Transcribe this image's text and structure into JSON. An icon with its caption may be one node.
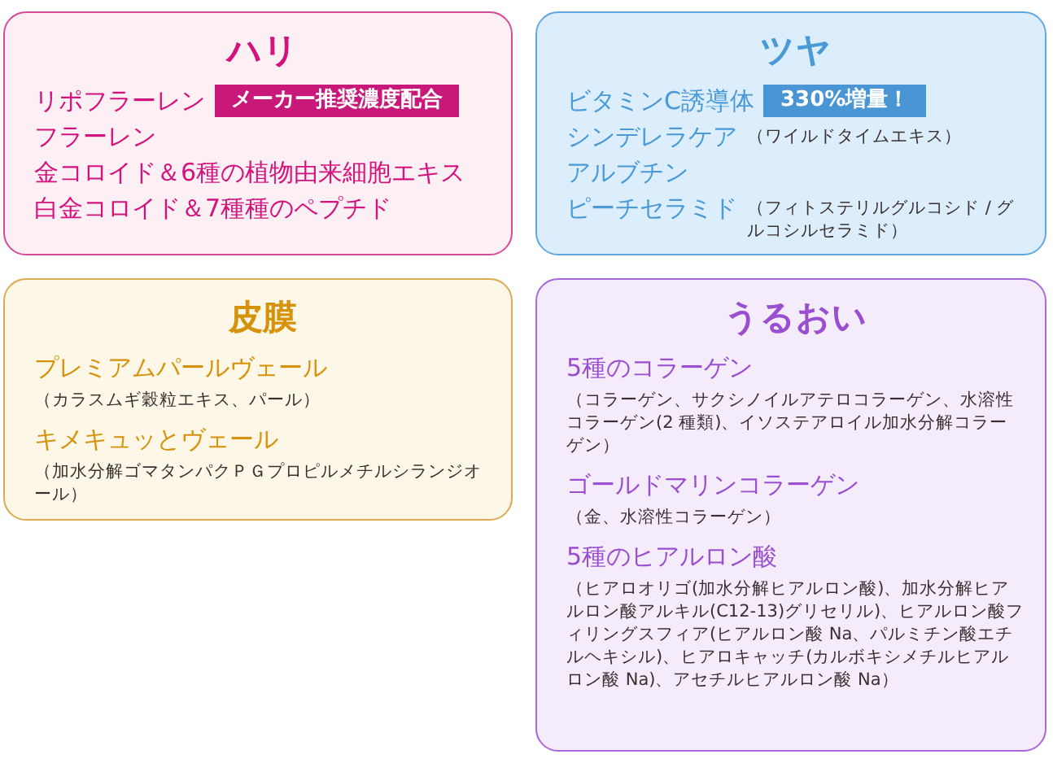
{
  "diagram": {
    "nodes": [
      {
        "text": [
          "ハリ",
          "リポフラーレン",
          "フラーレン",
          "金コロイド＆6種の植物由来細胞エキス",
          "白金コロイド＆7種種のペプチド"
        ]
      },
      {
        "text": [
          "メーカー推奨濃度配合"
        ],
        "in": 0
      },
      {
        "text": [
          "ツヤ",
          "ビタミンC誘導体",
          "シンデレラケア",
          "（ワイルドタイムエキス）",
          "アルブチン",
          "ピーチセラミド",
          "（フィトステリルグルコシド / グルコシルセラミド）"
        ]
      },
      {
        "text": [
          "330%増量！"
        ],
        "in": 2
      },
      {
        "text": [
          "皮膜",
          "プレミアムパールヴェール",
          "（カラスムギ穀粒エキス、パール）",
          "キメキュッとヴェール",
          "（加水分解ゴマタンパクＰＧプロピルメチルシランジオール）"
        ]
      },
      {
        "text": [
          "うるおい",
          "5種のコラーゲン",
          "（コラーゲン、サクシノイルアテロコラーゲン、水溶性コラーゲン(2 種類)、イソステアロイル加水分解コラーゲン）",
          "ゴールドマリンコラーゲン",
          "（金、水溶性コラーゲン）",
          "5種のヒアルロン酸",
          "（ヒアロオリゴ(加水分解ヒアルロン酸)、加水分解ヒアルロン酸アルキル(C12-13)グリセリル)、ヒアルロン酸フィリングスフィア(ヒアルロン酸 Na、パルミチン酸エチルヘキシル)、ヒアロキャッチ(カルボキシメチルヒアルロン酸 Na)、アセチルヒアルロン酸 Na）"
        ]
      }
    ]
  }
}
